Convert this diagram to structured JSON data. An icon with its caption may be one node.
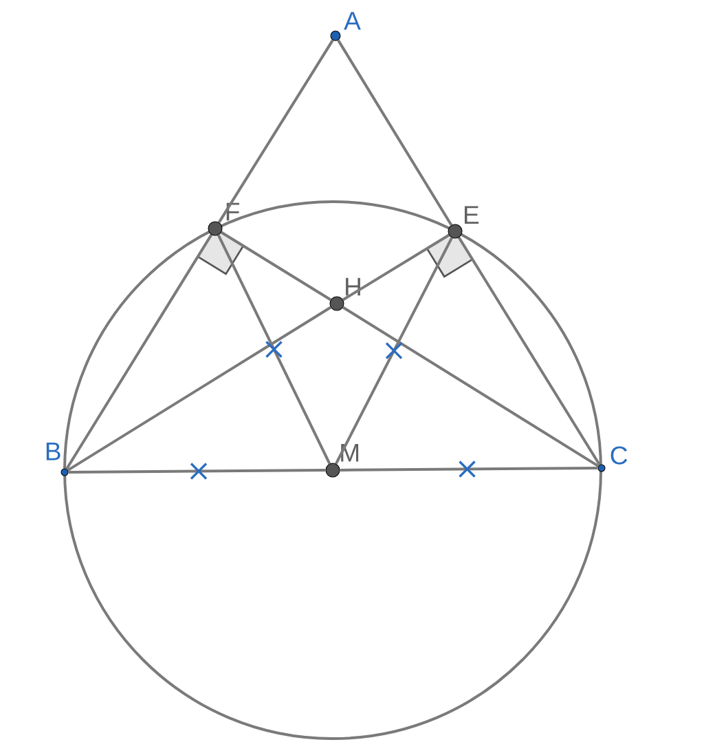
{
  "diagram": {
    "nodes": [
      {
        "text": [
          "A"
        ]
      },
      {
        "text": [
          "B"
        ]
      },
      {
        "text": [
          "C"
        ]
      },
      {
        "text": [
          "E"
        ]
      },
      {
        "text": [
          "F"
        ]
      },
      {
        "text": [
          "H"
        ]
      },
      {
        "text": [
          "M"
        ]
      }
    ],
    "edges": [
      {
        "from": 0,
        "to": 4,
        "arrow": "none"
      },
      {
        "from": 4,
        "to": 1,
        "arrow": "none"
      },
      {
        "from": 0,
        "to": 3,
        "arrow": "none"
      },
      {
        "from": 3,
        "to": 2,
        "arrow": "none"
      },
      {
        "from": 1,
        "to": 6,
        "arrow": "none"
      },
      {
        "from": 6,
        "to": 2,
        "arrow": "none"
      },
      {
        "from": 1,
        "to": 5,
        "arrow": "none"
      },
      {
        "from": 5,
        "to": 3,
        "arrow": "none"
      },
      {
        "from": 2,
        "to": 5,
        "arrow": "none"
      },
      {
        "from": 5,
        "to": 4,
        "arrow": "none"
      },
      {
        "from": 6,
        "to": 4,
        "arrow": "none"
      },
      {
        "from": 6,
        "to": 3,
        "arrow": "none"
      }
    ]
  }
}
